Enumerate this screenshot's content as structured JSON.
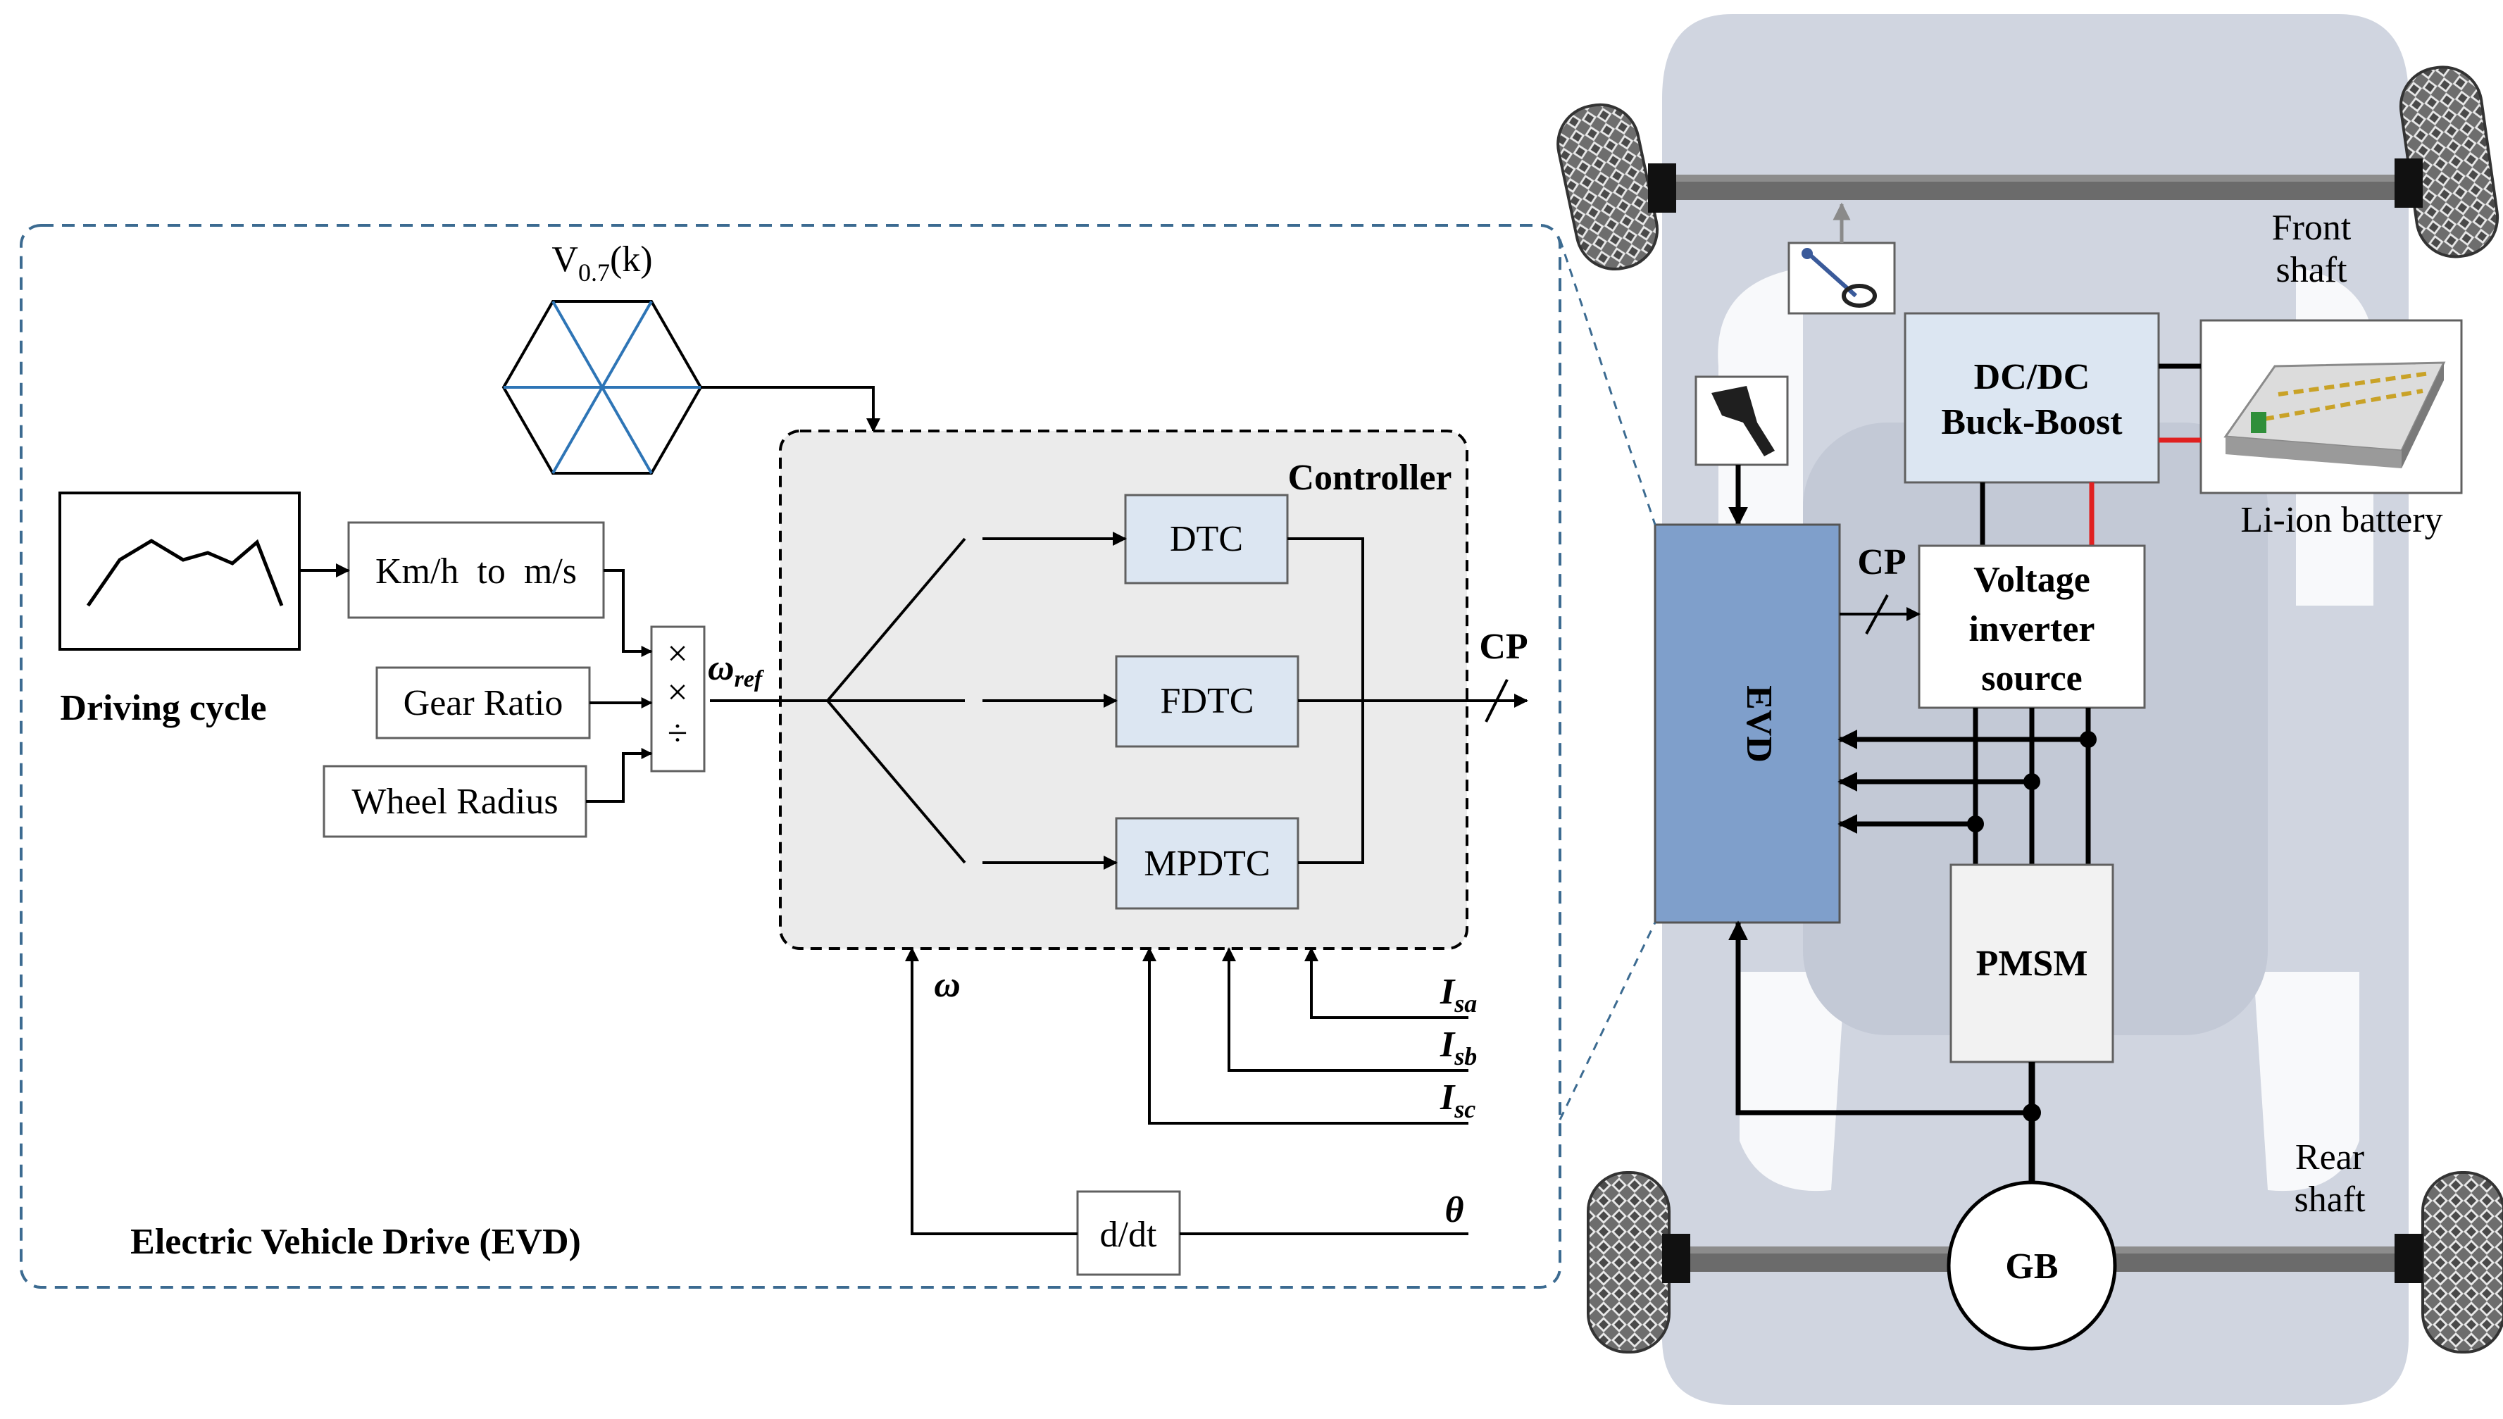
{
  "diagram": {
    "hexagon_label": "V0.7(k)",
    "hexagon_label_main": "V",
    "hexagon_label_sub": "0.7",
    "hexagon_label_tail": "(k)",
    "controller_label": "Controller",
    "driving_cycle_label": "Driving cycle",
    "kmh_label": "Km/h  to  m/s",
    "gear_ratio_label": "Gear Ratio",
    "wheel_radius_label": "Wheel Radius",
    "mult1": "×",
    "mult2": "×",
    "div": "÷",
    "omega_ref_main": "ω",
    "omega_ref_sub": "ref",
    "dtc_label": "DTC",
    "fdtc_label": "FDTC",
    "mpdtc_label": "MPDTC",
    "cp_label": "CP",
    "omega_label": "ω",
    "isa_main": "I",
    "isa_sub": "sa",
    "isb_main": "I",
    "isb_sub": "sb",
    "isc_main": "I",
    "isc_sub": "sc",
    "ddt_label": "d/dt",
    "theta_label": "θ",
    "evd_title": "Electric Vehicle Drive (EVD)",
    "front_shaft_line1": "Front",
    "front_shaft_line2": "shaft",
    "rear_shaft_line1": "Rear",
    "rear_shaft_line2": "shaft",
    "dcdc_line1": "DC/DC",
    "dcdc_line2": "Buck-Boost",
    "battery_label": "Li-ion battery",
    "evd_box_label": "EVD",
    "cp_right_label": "CP",
    "inverter_line1": "Voltage",
    "inverter_line2": "inverter",
    "inverter_line3": "source",
    "pmsm_label": "PMSM",
    "gb_label": "GB"
  },
  "colors": {
    "controller_fill": "#ebebeb",
    "block_fill": "#dce6f2",
    "evd_box_fill": "#7f9fcb",
    "chassis_fill": "#d0d5e0",
    "dashed_border": "#3c6b91",
    "hexagon_spokes": "#2e75b6",
    "battery_link_red": "#e02020"
  }
}
